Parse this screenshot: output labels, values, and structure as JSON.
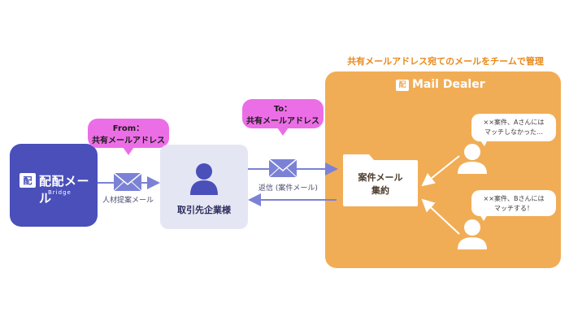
{
  "left_brand": {
    "logo_text": "配",
    "name": "配配メール",
    "sub": "Bridge"
  },
  "bubble_from": {
    "line1": "From：",
    "line2": "共有メールアドレス"
  },
  "bubble_to": {
    "line1": "To：",
    "line2": "共有メールアドレス"
  },
  "arrow_labels": {
    "proposal": "人材提案メール",
    "reply": "返信 (案件メール)"
  },
  "client": {
    "label": "取引先企業様"
  },
  "mail_dealer": {
    "heading": "共有メールアドレス宛てのメールをチームで管理",
    "logo_text": "配",
    "brand": "Mail Dealer",
    "folder_line1": "案件メール",
    "folder_line2": "集約",
    "speech_a_line1": "××案件、Aさんには",
    "speech_a_line2": "マッチしなかった…",
    "speech_b_line1": "××案件、Bさんには",
    "speech_b_line2": "マッチする！"
  },
  "colors": {
    "brand_blue": "#4a4fba",
    "bubble_pink": "#ec6ee6",
    "mail_dealer_orange": "#f1ad55",
    "arrow_blue": "#7b82d6",
    "client_bg": "#e5e6f4"
  },
  "icons": [
    "envelope-icon",
    "person-icon",
    "folder-icon",
    "arrow-icon"
  ]
}
